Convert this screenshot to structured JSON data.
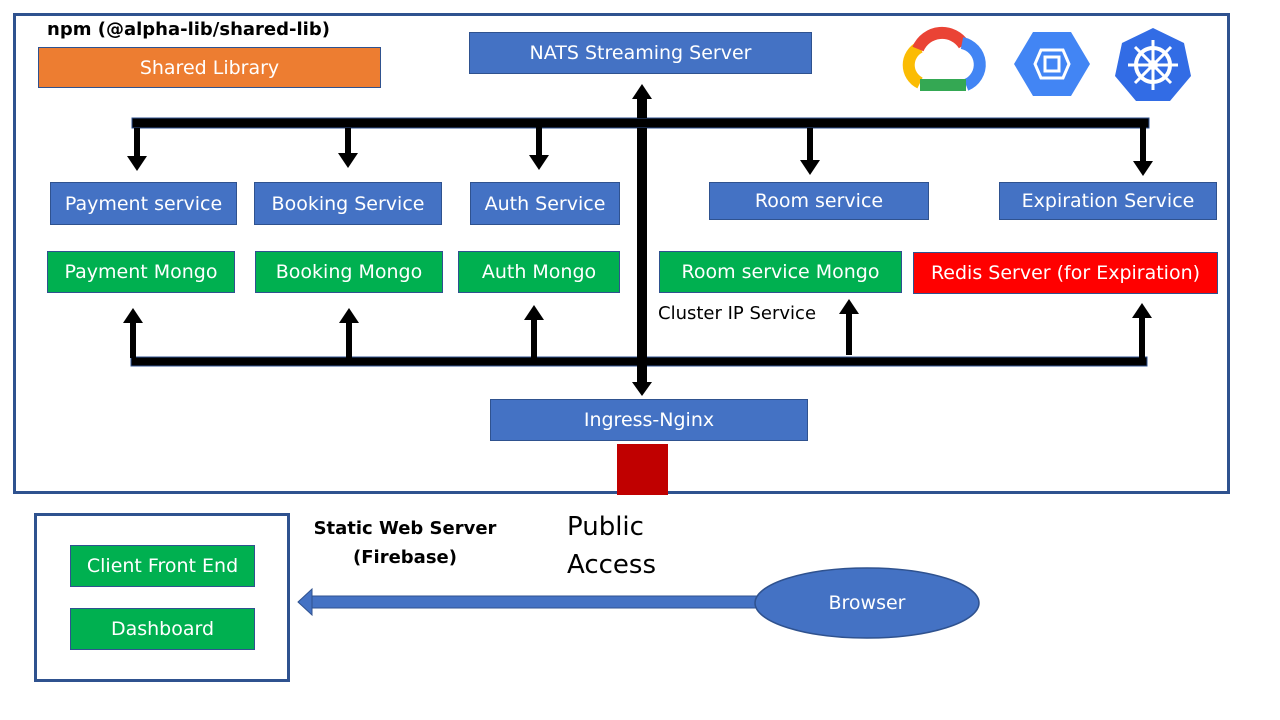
{
  "npm_label": "npm (@alpha-lib/shared-lib)",
  "shared_library": "Shared Library",
  "nats": "NATS Streaming Server",
  "services": {
    "payment": "Payment service",
    "booking": "Booking Service",
    "auth": "Auth Service",
    "room": "Room service",
    "expiration": "Expiration Service"
  },
  "databases": {
    "payment": "Payment Mongo",
    "booking": "Booking Mongo",
    "auth": "Auth Mongo",
    "room": "Room service Mongo",
    "redis": "Redis Server (for Expiration)"
  },
  "cluster_ip": "Cluster IP Service",
  "ingress": "Ingress-Nginx",
  "public_access": [
    "Public",
    "Access"
  ],
  "static_server": [
    "Static Web Server",
    "(Firebase)"
  ],
  "client": {
    "front_end": "Client Front End",
    "dashboard": "Dashboard"
  },
  "browser": "Browser",
  "logos": [
    "google-cloud-icon",
    "gke-icon",
    "kubernetes-icon"
  ],
  "colors": {
    "service_blue": "#4472c4",
    "mongo_green": "#00b050",
    "redis_red": "#ff0000",
    "shared_orange": "#ed7d31",
    "public_access_red": "#c00000",
    "frame_border": "#2f528f",
    "bus": "#000000"
  }
}
